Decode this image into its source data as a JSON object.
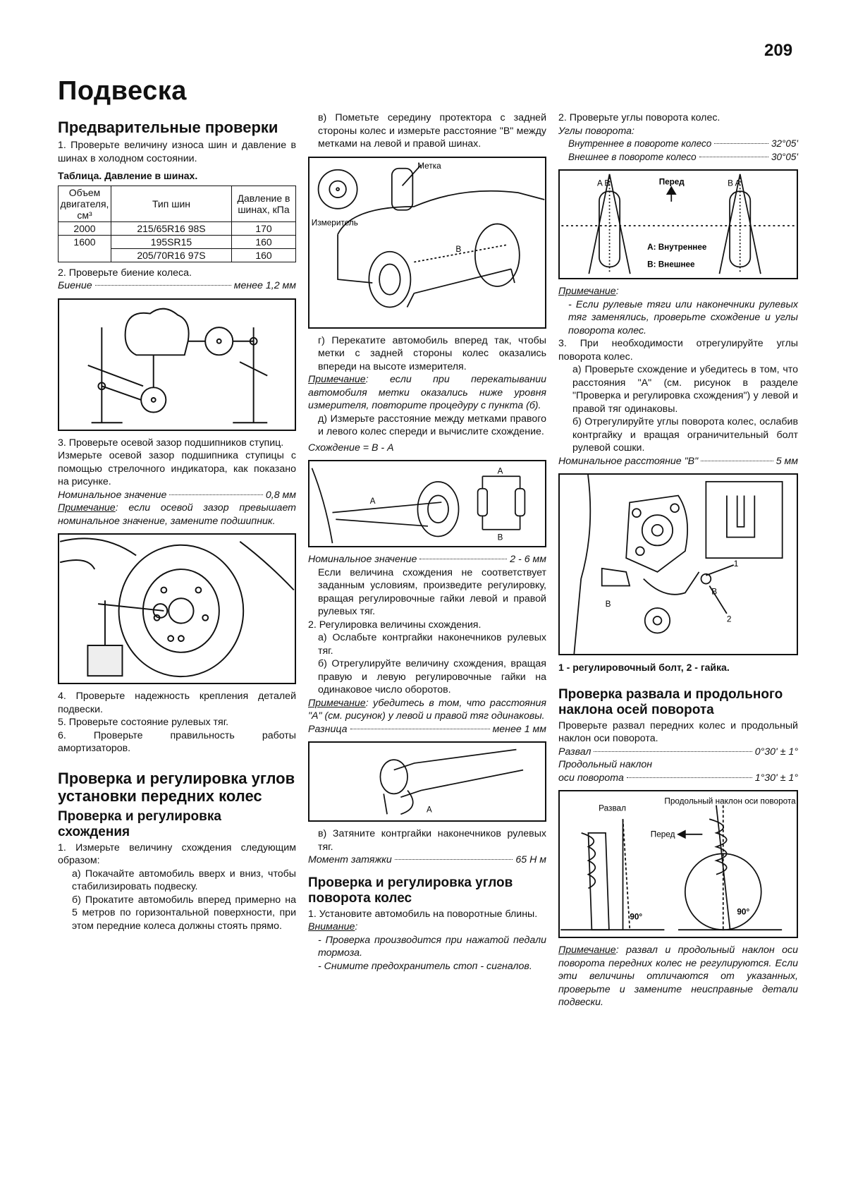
{
  "page_number": "209",
  "title": "Подвеска",
  "col1": {
    "h_pre": "Предварительные проверки",
    "p1": "1. Проверьте величину износа шин и давление в шинах в холодном состоянии.",
    "table_caption": "Таблица. Давление в шинах.",
    "table_headers": [
      "Объем двигателя, см³",
      "Тип шин",
      "Давление в шинах, кПа"
    ],
    "table_rows": [
      {
        "engine": "2000",
        "tire": "215/65R16 98S",
        "pressure": "170"
      },
      {
        "engine": "1600",
        "tire": "195SR15",
        "pressure": "160"
      },
      {
        "engine": "",
        "tire": "205/70R16 97S",
        "pressure": "160"
      }
    ],
    "p2": "2. Проверьте биение колеса.",
    "runout_label": "Биение",
    "runout_value": "менее 1,2 мм",
    "p3": "3. Проверьте осевой зазор подшипников ступиц.",
    "p3b": "Измерьте осевой зазор подшипника ступицы с помощью стрелочного индикатора, как показано на рисунке.",
    "nominal_label": "Номинальное значение",
    "nominal_value": "0,8 мм",
    "note_label": "Примечание",
    "note_text": ": если осевой зазор превышает номинальное значение, замените подшипник.",
    "p4": "4. Проверьте надежность крепления деталей подвески.",
    "p5": "5. Проверьте состояние рулевых тяг.",
    "p6": "6. Проверьте правильность работы амортизаторов.",
    "h_main": "Проверка и регулировка углов установки передних колес",
    "h_sub": "Проверка и регулировка схождения",
    "s1": "1. Измерьте величину схождения следующим образом:",
    "s1a": "а) Покачайте автомобиль вверх и вниз, чтобы стабилизировать подвеску.",
    "s1b": "б) Прокатите автомобиль вперед примерно на 5 метров по горизонтальной поверхности, при этом передние колеса должны стоять прямо."
  },
  "col2": {
    "v": "в) Пометьте середину протектора с задней стороны колес и измерьте расстояние \"В\" между метками на левой и правой шинах.",
    "fig_label_mark": "Метка",
    "fig_label_meter": "Измеритель",
    "fig_label_b": "В",
    "g": "г) Перекатите автомобиль вперед так, чтобы метки с задней стороны колес оказались впереди на высоте измерителя.",
    "note_label": "Примечание",
    "note1": ": если при перекатывании автомобиля метки оказались ниже уровня измерителя, повторите процедуру с пункта (б).",
    "d": "д) Измерьте расстояние между метками правого и левого колес спереди и вычислите схождение.",
    "formula": "Схождение = В - А",
    "fig_a": "A",
    "fig_b": "B",
    "nom_label": "Номинальное значение",
    "nom_value": "2 - 6 мм",
    "p_if": "Если величина схождения не соответствует заданным условиям, произведите регулировку, вращая регулировочные гайки левой и правой рулевых тяг.",
    "p2": "2. Регулировка величины схождения.",
    "p2a": "а) Ослабьте контргайки наконечников рулевых тяг.",
    "p2b": "б) Отрегулируйте величину схождения, вращая правую и левую регулировочные гайки на одинаковое число оборотов.",
    "note2": ": убедитесь в том, что расстояния \"А\" (см. рисунок) у левой и правой тяг одинаковы.",
    "diff_label": "Разница",
    "diff_value": "менее 1 мм",
    "p2v": "в) Затяните контргайки наконечников рулевых тяг.",
    "torque_label": "Момент затяжки",
    "torque_value": "65 Н м",
    "h_turn": "Проверка и регулировка углов поворота колес",
    "t1": "1. Установите автомобиль на поворотные блины.",
    "attn_label": "Внимание",
    "attn1": "- Проверка производится при нажатой педали тормоза.",
    "attn2": "- Снимите предохранитель стоп - сигналов."
  },
  "col3": {
    "p2": "2. Проверьте углы поворота колес.",
    "angles_label": "Углы поворота:",
    "inner_label": "Внутреннее в повороте колесо",
    "inner_value": "32°05'",
    "outer_label": "Внешнее в повороте колесо",
    "outer_value": "30°05'",
    "fig_front": "Перед",
    "fig_ab": "A B",
    "fig_ba": "B A",
    "fig_inner": "A: Внутреннее",
    "fig_outer": "B: Внешнее",
    "note_label": "Примечание",
    "note1": "- Если рулевые тяги или наконечники рулевых тяг заменялись, проверьте схождение и углы поворота колес.",
    "p3": "3. При необходимости отрегулируйте углы поворота колес.",
    "p3a": "а) Проверьте схождение и убедитесь в том, что расстояния \"А\" (см. рисунок в разделе \"Проверка и регулировка схождения\") у левой и правой тяг одинаковы.",
    "p3b": "б) Отрегулируйте углы поворота колес, ослабив контргайку и вращая ограничительный болт рулевой сошки.",
    "nomB_label": "Номинальное расстояние \"В\"",
    "nomB_value": "5 мм",
    "fig_1": "1",
    "fig_2": "2",
    "fig_B": "B",
    "fig_caption": "1 - регулировочный болт, 2 - гайка.",
    "h_camber": "Проверка развала и продольного наклона осей поворота",
    "c1": "Проверьте развал передних колес и продольный наклон оси поворота.",
    "camber_label": "Развал",
    "camber_value": "0°30' ± 1°",
    "caster_label1": "Продольный наклон",
    "caster_label2": "оси поворота",
    "caster_value": "1°30' ± 1°",
    "fig_camber": "Развал",
    "fig_caster": "Продольный наклон оси поворота",
    "fig_front2": "Перед",
    "fig_90a": "90°",
    "fig_90b": "90°",
    "note2": ": развал и продольный наклон оси поворота передних колес не регулируются. Если эти величины отличаются от указанных, проверьте и замените неисправные детали подвески."
  }
}
